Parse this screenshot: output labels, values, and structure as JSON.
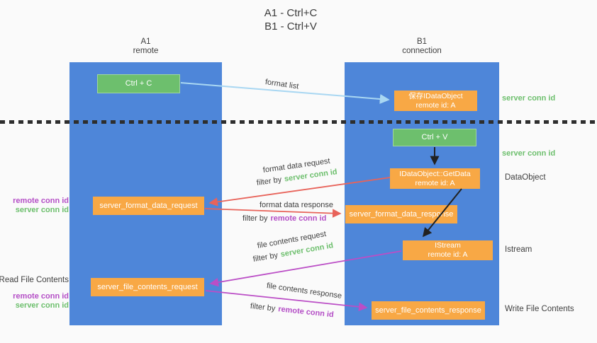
{
  "title": {
    "line1": "A1 - Ctrl+C",
    "line2": "B1 - Ctrl+V"
  },
  "columns": {
    "left": {
      "name": "A1",
      "role": "remote"
    },
    "right": {
      "name": "B1",
      "role": "connection"
    }
  },
  "nodes": {
    "ctrl_c": {
      "label": "Ctrl + C"
    },
    "ctrl_v": {
      "label": "Ctrl + V"
    },
    "save_dataobject": {
      "line1": "保存IDataObject",
      "line2": "remote id: A"
    },
    "getdata": {
      "line1": "IDataObject::GetData",
      "line2": "remote id: A"
    },
    "istream": {
      "line1": "IStream",
      "line2": "remote id: A"
    },
    "format_request": {
      "label": "server_format_data_request"
    },
    "format_response": {
      "label": "server_format_data_response"
    },
    "file_request": {
      "label": "server_file_contents_request"
    },
    "file_response": {
      "label": "server_file_contents_response"
    }
  },
  "edge_labels": {
    "format_list": "format list",
    "format_data_request": "format data request",
    "format_data_response": "format data response",
    "file_contents_request": "file contents request",
    "file_contents_response": "file contents response",
    "filter_by": "filter by",
    "server_conn_id": "server conn id",
    "remote_conn_id": "remote conn id"
  },
  "side_notes": {
    "left": {
      "format_remote": "remote conn id",
      "format_server": "server conn id",
      "read_file": "Read File Contents",
      "file_remote": "remote conn id",
      "file_server": "server conn id"
    },
    "right": {
      "server_conn_top": "server conn id",
      "server_conn_mid": "server conn id",
      "dataobject": "DataObject",
      "istream": "Istream",
      "write_file": "Write File Contents"
    }
  },
  "colors": {
    "column_blue": "#4e86d9",
    "node_green": "#6dbf6d",
    "node_orange": "#f8a845",
    "arrow_lightblue": "#a9d7f2",
    "arrow_red": "#e8635a",
    "arrow_purple": "#bb4ec6",
    "arrow_black": "#222222",
    "text_green": "#6dbf6d",
    "text_purple": "#b44ec6",
    "text_dark": "#3f3f3f",
    "background": "#fafafa"
  }
}
